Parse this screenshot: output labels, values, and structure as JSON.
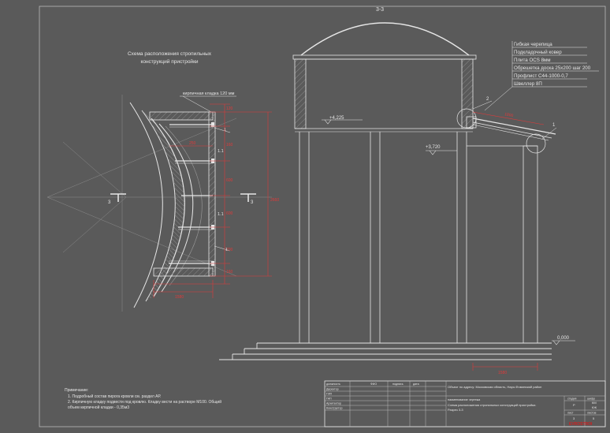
{
  "section_label": "3-3",
  "plan": {
    "title_line1": "Схема расположения стропильных",
    "title_line2": "конструкций пристройки",
    "brick_note": "кирпичная кладка 120 мм",
    "cut_left": "3",
    "cut_right": "3",
    "mark_1": "1",
    "mark_1_1": "1.1",
    "dims": {
      "d_top": "120",
      "d_a": "250",
      "d_b": "160",
      "d_c": "600",
      "d_d": "600",
      "d_e": "700",
      "d_f": "160",
      "d_total": "2660",
      "d_bottom": "1580"
    }
  },
  "section": {
    "level_4225": "+4,225",
    "level_3720": "+3,720",
    "level_0": "0,000",
    "mark_1": "1",
    "mark_2": "2",
    "dim_roof": "1800",
    "dim_base": "1580",
    "layers": [
      "Гибкая черепица",
      "Подкладочный ковер",
      "Плита OCS 8мм",
      "Обрешетка доска 25х200 шаг 200",
      "Профлист С44-1000-0,7",
      "Швеллер 8П"
    ]
  },
  "notes": {
    "heading": "Примечание:",
    "item1": "1.   Подробный состав пирога кровли см. раздел АР.",
    "item2": "2.   Кирпичную кладку подвести под кровлю. Кладку вести на растворе М100. Общий",
    "item2b": "      объем кирпичной кладки - 0,35м3"
  },
  "stamp": {
    "col_role": "должность",
    "col_name": "ФИО",
    "col_sign": "подпись",
    "col_date": "дата",
    "rows": [
      "Директор",
      "ГИП",
      "ГАП",
      "Архитектор",
      "Конструктор"
    ],
    "object": "Объект по адресу: Московская область, Наро-Фоминский район",
    "drawing_heading": "наименование чертежа",
    "drawing_name": "Схема расположения стропильных конструкций пристройки.",
    "drawing_sheet": "Разрез 3-3",
    "stage_h": "стадия",
    "stage_v": "Р",
    "sheet_h": "лист",
    "sheet_v": "3",
    "sheets_h": "листов",
    "sheets_v": "5",
    "code_h": "шифр",
    "code_v1": "КМ",
    "code_v2": "КЖ",
    "logo": "EVROSTROI"
  },
  "colors": {
    "bg": "#5a5a5a",
    "line": "#e6e6e6",
    "dim": "#e03a3a",
    "hatch": "#8a8a8a",
    "logo": "#d02020"
  }
}
